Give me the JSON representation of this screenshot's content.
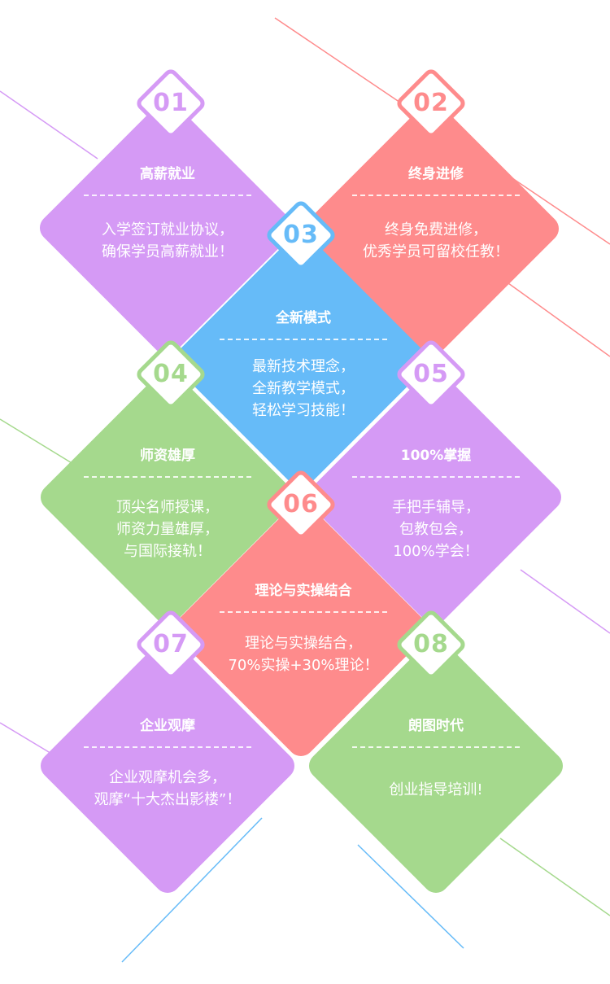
{
  "colors": {
    "purple": "#d59af5",
    "red": "#fe8b8c",
    "blue": "#66bbf8",
    "green": "#a5d98d"
  },
  "items": [
    {
      "number": "01",
      "title": "高薪就业",
      "lines": [
        "入学签订就业协议，",
        "确保学员高薪就业！"
      ],
      "color": "purple"
    },
    {
      "number": "02",
      "title": "终身进修",
      "lines": [
        "终身免费进修，",
        "优秀学员可留校任教！"
      ],
      "color": "red"
    },
    {
      "number": "03",
      "title": "全新模式",
      "lines": [
        "最新技术理念，",
        "全新教学模式，",
        "轻松学习技能！"
      ],
      "color": "blue"
    },
    {
      "number": "04",
      "title": "师资雄厚",
      "lines": [
        "顶尖名师授课，",
        "师资力量雄厚，",
        "与国际接轨！"
      ],
      "color": "green"
    },
    {
      "number": "05",
      "title": "100%掌握",
      "lines": [
        "手把手辅导，",
        "包教包会，",
        "100%学会！"
      ],
      "color": "purple"
    },
    {
      "number": "06",
      "title": "理论与实操结合",
      "lines": [
        "理论与实操结合，",
        "70%实操+30%理论！"
      ],
      "color": "red"
    },
    {
      "number": "07",
      "title": "企业观摩",
      "lines": [
        "企业观摩机会多，",
        "观摩“十大杰出影楼”！"
      ],
      "color": "purple"
    },
    {
      "number": "08",
      "title": "朗图时代",
      "lines": [
        "创业指导培训!"
      ],
      "color": "green"
    }
  ]
}
